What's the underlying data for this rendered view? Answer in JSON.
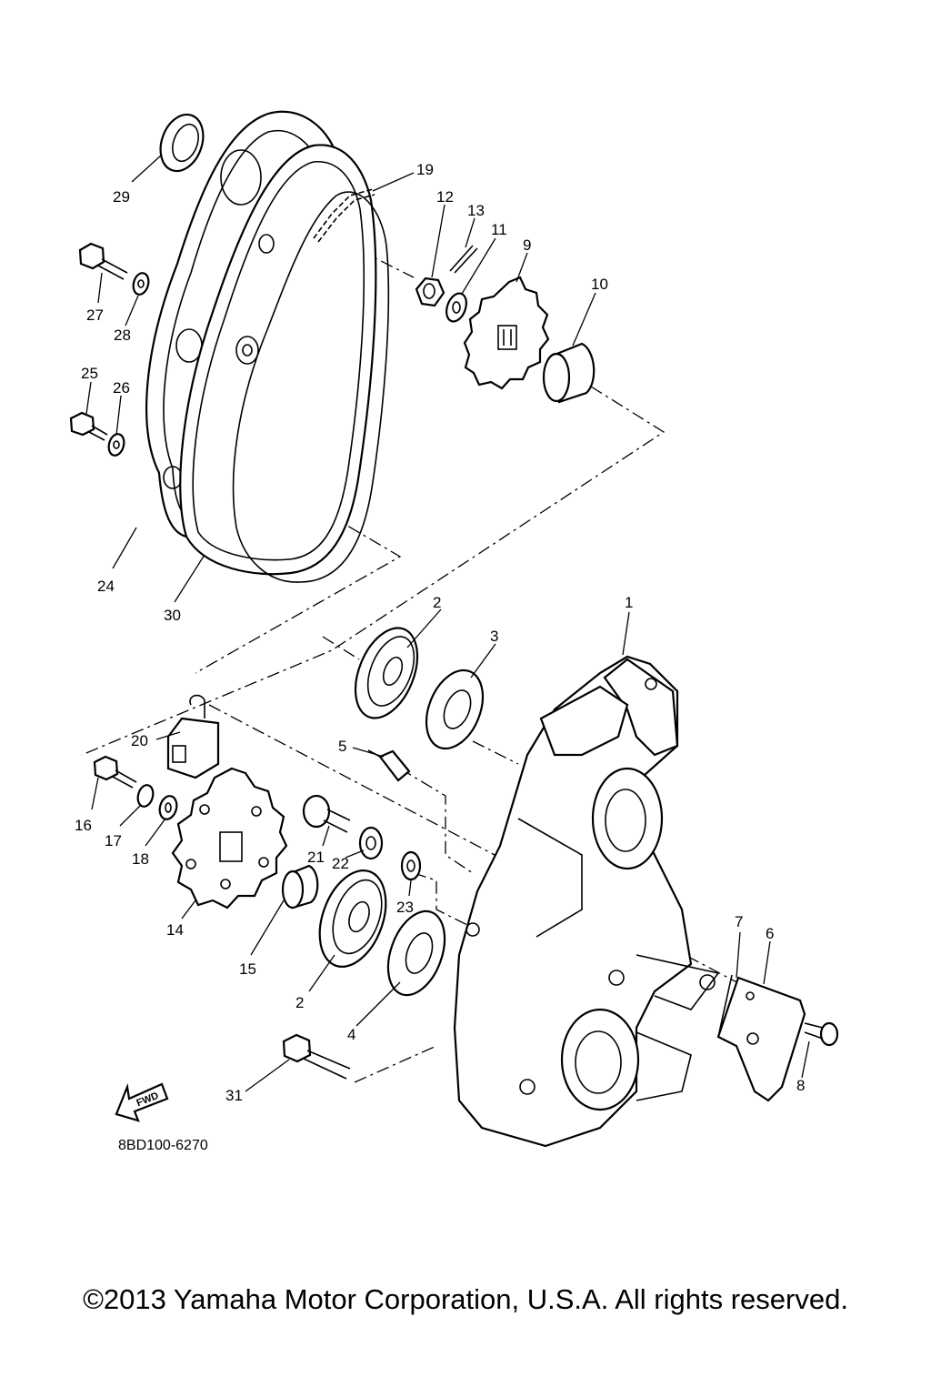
{
  "diagram": {
    "code": "8BD100-6270",
    "fwd_label": "FWD",
    "callouts": {
      "c1": "1",
      "c2a": "2",
      "c2b": "2",
      "c3": "3",
      "c4": "4",
      "c5": "5",
      "c6": "6",
      "c7": "7",
      "c8": "8",
      "c9": "9",
      "c10": "10",
      "c11": "11",
      "c12": "12",
      "c13": "13",
      "c14": "14",
      "c15": "15",
      "c16": "16",
      "c17": "17",
      "c18": "18",
      "c19": "19",
      "c20": "20",
      "c21": "21",
      "c22": "22",
      "c23": "23",
      "c24": "24",
      "c25": "25",
      "c26": "26",
      "c27": "27",
      "c28": "28",
      "c29": "29",
      "c30": "30",
      "c31": "31"
    }
  },
  "footer": {
    "copyright": "©2013 Yamaha Motor Corporation, U.S.A. All rights reserved."
  }
}
